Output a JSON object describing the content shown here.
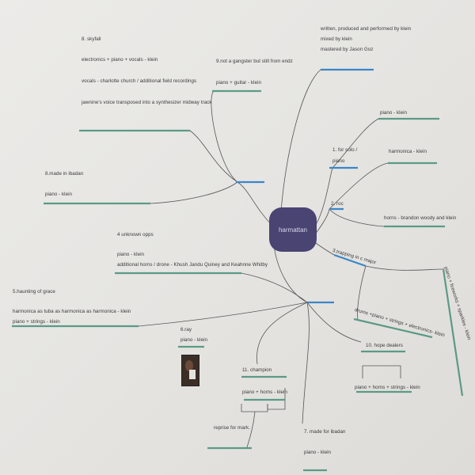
{
  "center": {
    "label": "harmattan"
  },
  "credits": {
    "line1": "written, produced and performed by klein",
    "line2": "mixed by klein",
    "line3": "mastered by Jason Goz"
  },
  "tracks": {
    "t1": {
      "title": "1. for solo /",
      "title2": "piano",
      "detail": "piano - klein"
    },
    "t2": {
      "title": "2. roc",
      "detail1": "harmonica - klein",
      "detail2": "horns - brandon woody and klein"
    },
    "t3": {
      "title": "3.trapping in c major",
      "detail1": "piano + fireworks + sparkles - klein",
      "detail2": "drums +piano + strings + electronics- klein"
    },
    "t4": {
      "title": "4 unknown opps",
      "detail1": "piano - klein",
      "detail2": "additional horns / drone -  Khush Jandu Quiney and Keahnne Whitby"
    },
    "t5": {
      "title": "5.haunting of grace",
      "detail1": "harmonica as tuba as harmonica as harmonica - klein",
      "detail2": "piano + strings - klein"
    },
    "t6": {
      "title": "6.ray",
      "detail": "piano - klein"
    },
    "t7": {
      "title": "7. made for ibadan",
      "detail": "piano - klein"
    },
    "t8": {
      "title": "8.made in ibadan",
      "detail": "piano - klein"
    },
    "t9": {
      "title": "9.not a gangster but still from endz",
      "detail": "piano + guitar - klein"
    },
    "t10": {
      "title": "10. hope dealers",
      "detail": "piano + horns + strings - klein"
    },
    "t11": {
      "title": "11. champion",
      "detail": "piano + horns - klein",
      "reprise": "reprise for mark."
    },
    "t8b": {
      "title": "8. skyfall",
      "detail1": "electronics + piano + vocals  - klein",
      "detail2": "vocals - charlotte church / additional field recordings",
      "detail3": "jawnine's voice transposed into a synthesizer midway track"
    }
  },
  "colors": {
    "center": "#4a4472",
    "blue": "#3a86c8",
    "green": "#5b9a86",
    "line": "#555555"
  }
}
